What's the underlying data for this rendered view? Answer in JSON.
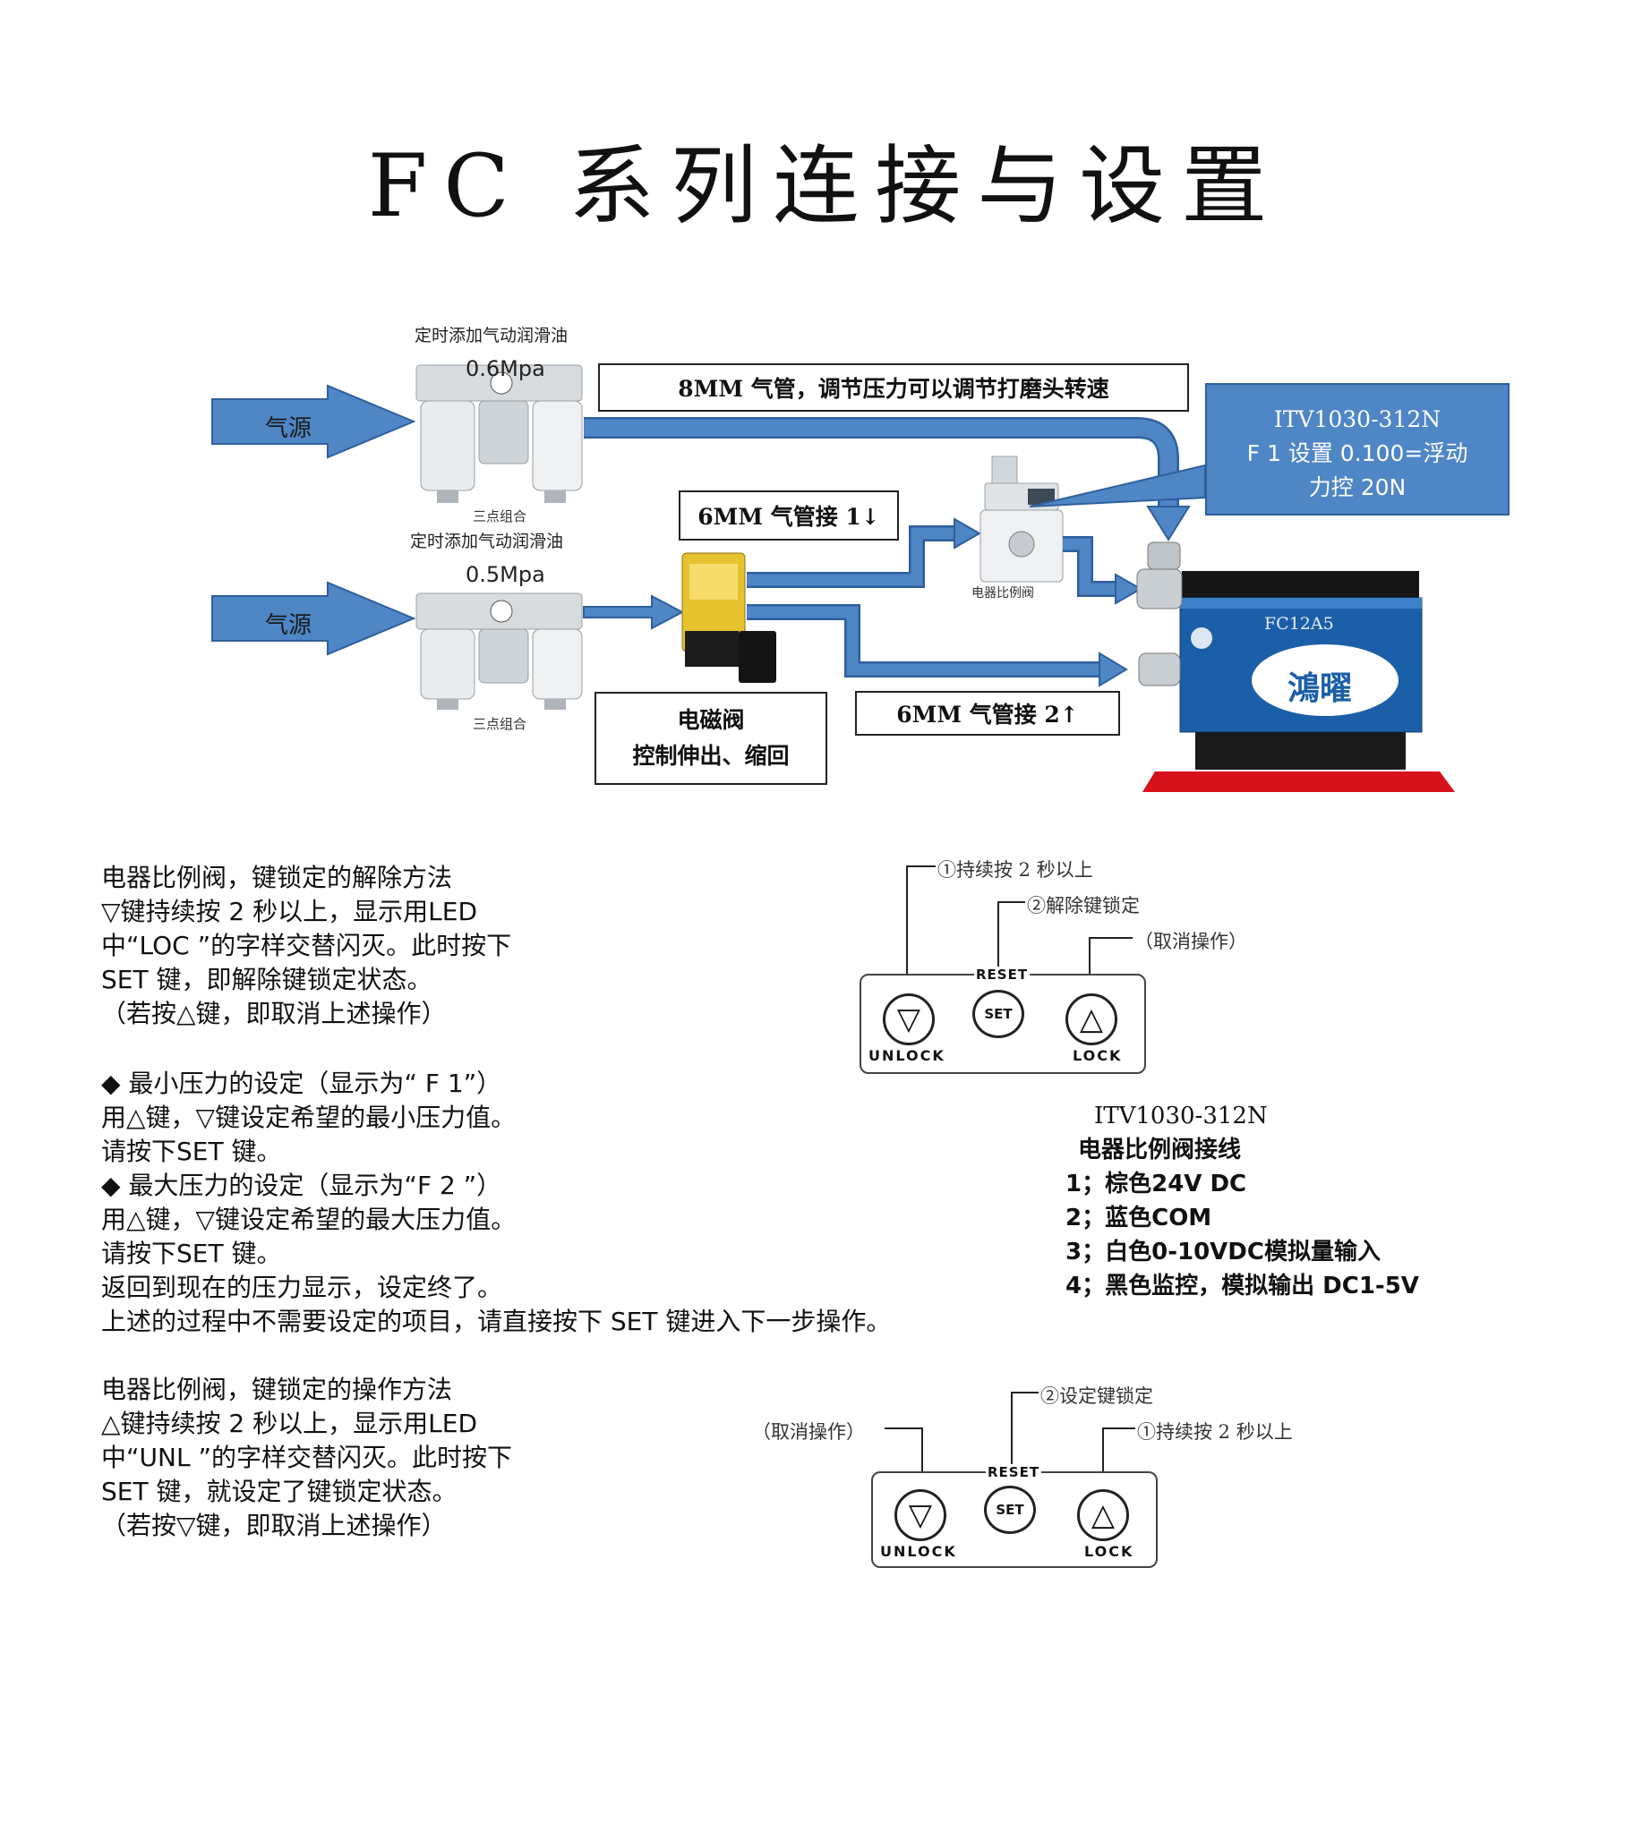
{
  "title": "FC 系列连接与设置",
  "diagram": {
    "top_lubricator_label": "定时添加气动润滑油",
    "top_pressure": "0.6Mpa",
    "top_source": "气源",
    "top_unit_caption": "三点组合",
    "bottom_lubricator_label": "定时添加气动润滑油",
    "bottom_pressure": "0.5Mpa",
    "bottom_source": "气源",
    "bottom_unit_caption": "三点组合",
    "hose_8mm": "8MM 气管，调节压力可以调节打磨头转速",
    "hose_6mm_1": "6MM 气管接 1↓",
    "hose_6mm_2": "6MM  气管接 2↑",
    "valve_caption": "电器比例阀",
    "solenoid_box_line1": "电磁阀",
    "solenoid_box_line2": "控制伸出、缩回",
    "callout_line1": "ITV1030-312N",
    "callout_line2": "F 1 设置 0.100=浮动",
    "callout_line3": "力控 20N",
    "device_model": "FC12A5",
    "device_brand": "鴻曜",
    "colors": {
      "arrow_blue": "#4f86c6",
      "arrow_border": "#2f5f9c",
      "device_blue": "#1b5fa8",
      "device_black": "#151515",
      "device_red": "#d8121b"
    }
  },
  "unlock_section": {
    "lines": [
      "电器比例阀，键锁定的解除方法",
      "▽键持续按  2  秒以上，显示用LED",
      "中“LOC ”的字样交替闪灭。此时按下",
      "SET  键，即解除键锁定状态。",
      "（若按△键，即取消上述操作）"
    ]
  },
  "settings_section": {
    "lines": [
      "◆  最小压力的设定（显示为“ F    1”）",
      "用△键，▽键设定希望的最小压力值。",
      "请按下SET  键。",
      "◆  最大压力的设定（显示为“F    2 ”）",
      "用△键，▽键设定希望的最大压力值。",
      "请按下SET  键。",
      "返回到现在的压力显示，设定终了。",
      "上述的过程中不需要设定的项目，请直接按下 SET  键进入下一步操作。"
    ]
  },
  "lock_section": {
    "lines": [
      "电器比例阀，键锁定的操作方法",
      "△键持续按  2  秒以上，显示用LED",
      "中“UNL ”的字样交替闪灭。此时按下",
      "SET  键，就设定了键锁定状态。",
      "（若按▽键，即取消上述操作）"
    ]
  },
  "keypad_unlock": {
    "note1": "①持续按 2 秒以上",
    "note2": "②解除键锁定",
    "note3": "（取消操作）",
    "reset": "RESET",
    "set": "SET",
    "left_key_label": "UNLOCK",
    "right_key_label": "LOCK",
    "left_key_icon": "▽",
    "right_key_icon": "△"
  },
  "keypad_lock": {
    "note1": "②设定键锁定",
    "note2": "（取消操作）",
    "note3": "①持续按 2 秒以上",
    "reset": "RESET",
    "set": "SET",
    "left_key_label": "UNLOCK",
    "right_key_label": "LOCK",
    "left_key_icon": "▽",
    "right_key_icon": "△"
  },
  "wiring": {
    "model": "ITV1030-312N",
    "title": "电器比例阀接线",
    "rows": [
      {
        "num": "1；",
        "color": "棕色",
        "desc": "24V DC"
      },
      {
        "num": "2；",
        "color": "蓝色",
        "desc": "COM"
      },
      {
        "num": "3；",
        "color": "白色",
        "desc": "0-10VDC模拟量输入"
      },
      {
        "num": "4；",
        "color": "黑色",
        "desc": "监控，模拟输出 DC1-5V"
      }
    ]
  }
}
